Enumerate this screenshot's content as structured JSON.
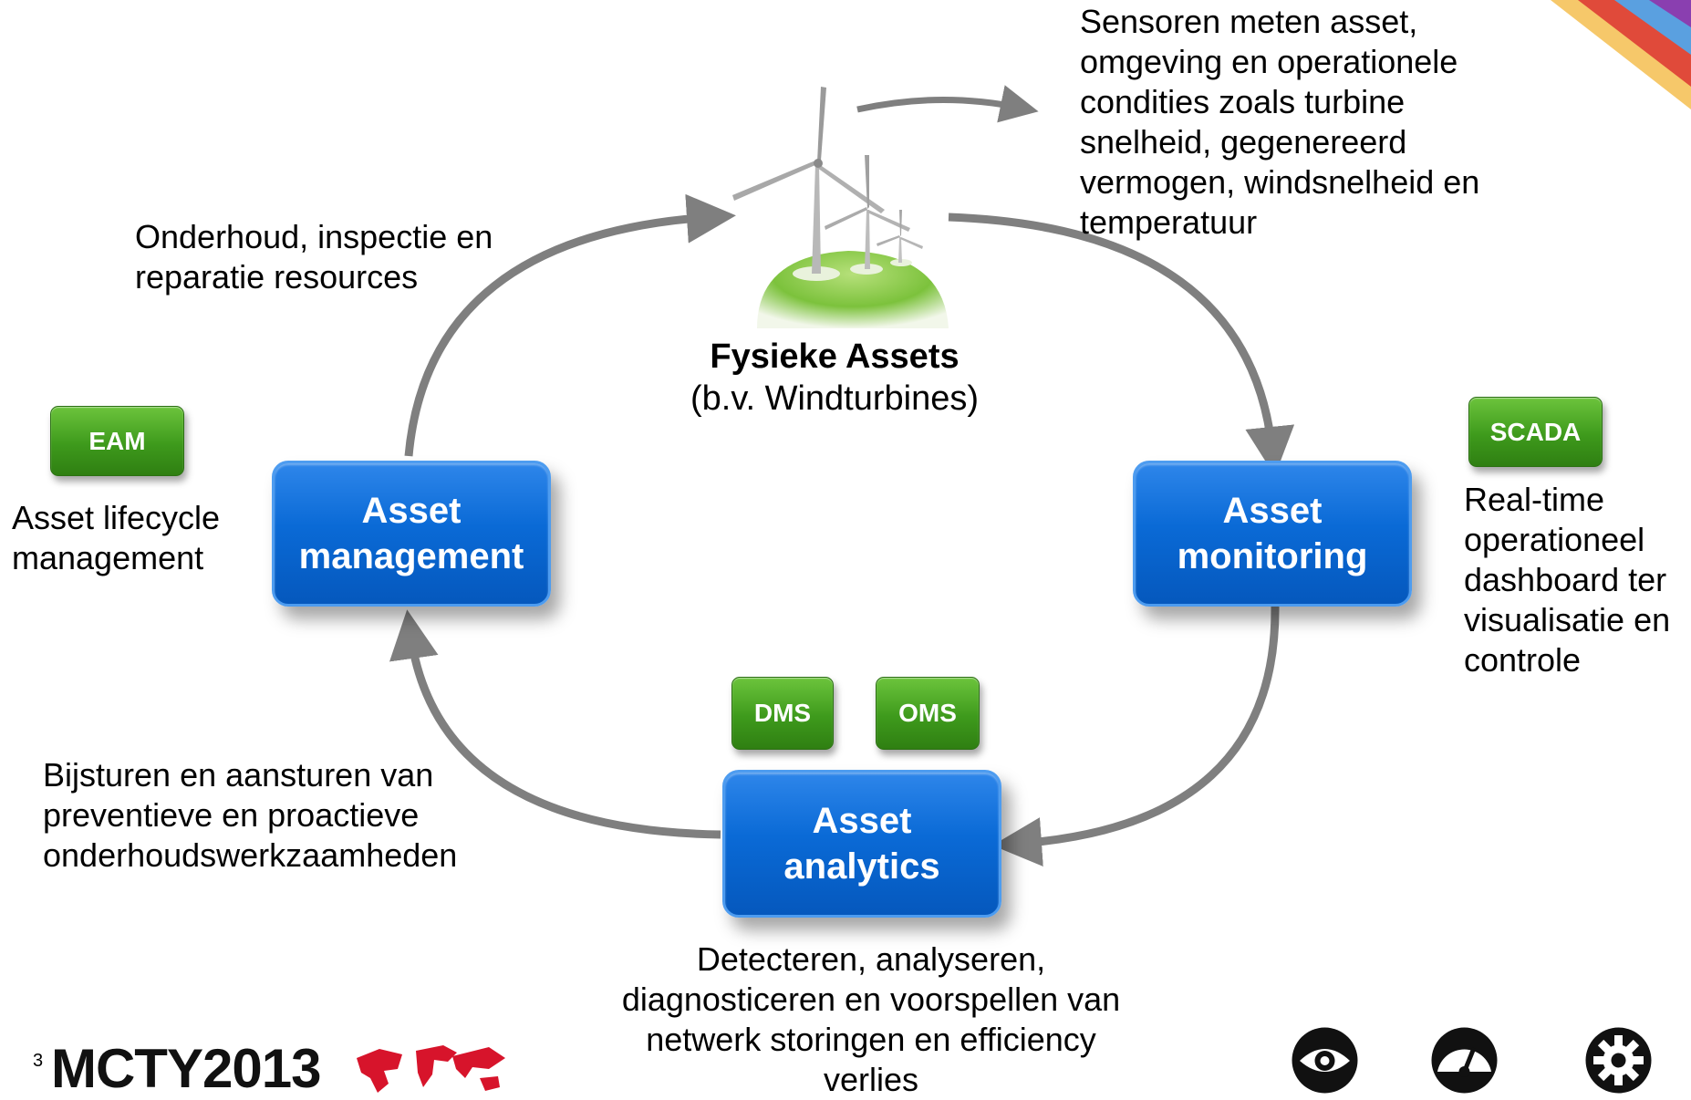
{
  "slide_number": "3",
  "logo_text": "MCTY2013",
  "center": {
    "title": "Fysieke Assets",
    "subtitle": "(b.v. Windturbines)"
  },
  "boxes": {
    "management": [
      "Asset",
      "management"
    ],
    "monitoring": [
      "Asset",
      "monitoring"
    ],
    "analytics": [
      "Asset",
      "analytics"
    ]
  },
  "systems": {
    "eam": "EAM",
    "scada": "SCADA",
    "dms": "DMS",
    "oms": "OMS"
  },
  "descriptions": {
    "sensors": [
      "Sensoren meten asset,",
      "omgeving en operationele",
      "condities zoals turbine",
      "snelheid, gegenereerd",
      "vermogen, windsnelheid en",
      "temperatuur"
    ],
    "maintenance": [
      "Onderhoud, inspectie en",
      "reparatie resources"
    ],
    "eam": [
      "Asset lifecycle",
      "management"
    ],
    "scada": [
      "Real-time",
      "operationeel",
      "dashboard ter",
      "visualisatie en",
      "controle"
    ],
    "steering": [
      "Bijsturen en aansturen van",
      "preventieve en proactieve",
      "onderhoudswerkzaamheden"
    ],
    "analytics": [
      "Detecteren, analyseren,",
      "diagnosticeren en voorspellen van",
      "netwerk storingen en efficiency",
      "verlies"
    ]
  },
  "icons": [
    "eye-icon",
    "gauge-icon",
    "gear-icon"
  ],
  "colors": {
    "box_blue": "#0a6ad6",
    "system_green": "#3e9a1c",
    "arrow_gray": "#7f7f7f",
    "logo_red": "#d7142b"
  }
}
